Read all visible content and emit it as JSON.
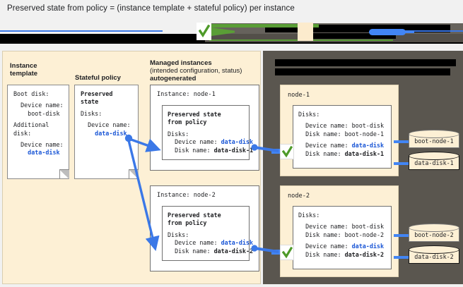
{
  "caption": "Preserved state from policy = (instance template + stateful policy) per instance",
  "colors": {
    "panel_beige": "#fdf0d5",
    "panel_dark": "#5a564f",
    "accent_blue": "#1a56d6",
    "connector_blue": "#4285f4",
    "check_green": "#5a9e36",
    "page_bg": "#f1f1f1"
  },
  "legend": {
    "note": "collapsed legend strip (redacted)",
    "items": [
      "check-badge",
      "green-bar",
      "beige-swatch",
      "blue-pill",
      "blue-line"
    ]
  },
  "headings": {
    "instance_template": "Instance\ntemplate",
    "stateful_policy": "Stateful policy",
    "managed_instances_line1": "Managed instances",
    "managed_instances_line2": "(intended configuration, status)",
    "managed_instances_line3": "autogenerated"
  },
  "cards": {
    "instance_template": {
      "boot_label": "Boot disk:",
      "boot_device_label": "  Device name:",
      "boot_device_value": "    boot-disk",
      "additional_label": "Additional",
      "additional_label2": "disk:",
      "add_device_label": "  Device name:",
      "add_device_value": "    data-disk"
    },
    "stateful_policy": {
      "title_line1": "Preserved",
      "title_line2": "state",
      "disks_label": "Disks:",
      "device_label": "  Device name:",
      "device_value": "    data-disk"
    }
  },
  "managed_instances": [
    {
      "instance_title": "Instance: node-1",
      "preserved_line1": "Preserved state",
      "preserved_line2": "from policy",
      "disks_label": "Disks:",
      "device_name_label": "  Device name: ",
      "device_name_value": "data-disk",
      "disk_name_label": "  Disk name: ",
      "disk_name_value": "data-disk-1"
    },
    {
      "instance_title": "Instance: node-2",
      "preserved_line1": "Preserved state",
      "preserved_line2": "from policy",
      "disks_label": "Disks:",
      "device_name_label": "  Device name: ",
      "device_name_value": "data-disk",
      "disk_name_label": "  Disk name: ",
      "disk_name_value": "data-disk-2"
    }
  ],
  "nodes": [
    {
      "title": "node-1",
      "disks_label": "Disks:",
      "boot_device_label": "  Device name: ",
      "boot_device_value": "boot-disk",
      "boot_disk_label": "  Disk name: ",
      "boot_disk_value": "boot-node-1",
      "data_device_label": "  Device name: ",
      "data_device_value": "data-disk",
      "data_disk_label": "  Disk name: ",
      "data_disk_value": "data-disk-1",
      "cylinders": [
        {
          "label": "boot-node-1",
          "emphasis": false
        },
        {
          "label": "data-disk-1",
          "emphasis": true
        }
      ]
    },
    {
      "title": "node-2",
      "disks_label": "Disks:",
      "boot_device_label": "  Device name: ",
      "boot_device_value": "boot-disk",
      "boot_disk_label": "  Disk name: ",
      "boot_disk_value": "boot-node-2",
      "data_device_label": "  Device name: ",
      "data_device_value": "data-disk",
      "data_disk_label": "  Disk name: ",
      "data_disk_value": "data-disk-2",
      "cylinders": [
        {
          "label": "boot-node-2",
          "emphasis": false
        },
        {
          "label": "data-disk-2",
          "emphasis": true
        }
      ]
    }
  ],
  "icons": {
    "check": "check-icon",
    "cylinder": "disk-cylinder-icon",
    "arrow": "arrow-icon"
  }
}
